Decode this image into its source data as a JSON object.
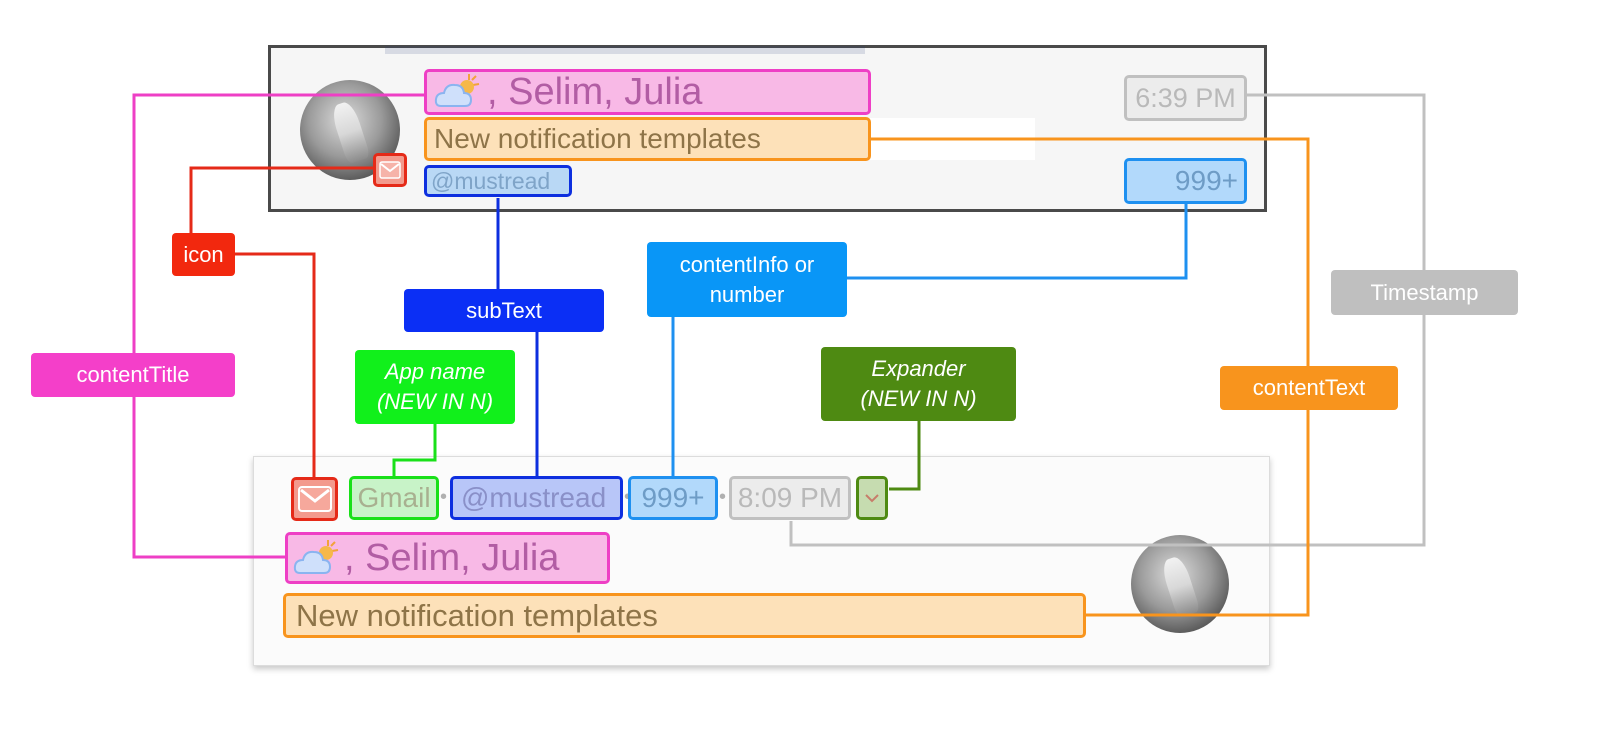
{
  "colors": {
    "contentTitle": "#f43fc9",
    "contentText": "#f8941d",
    "subText": "#0b2ff5",
    "contentInfo": "#0996f7",
    "icon": "#f2280e",
    "appName": "#11f01b",
    "expander": "#4e8a12",
    "timestamp": "#c0c0c0"
  },
  "old_notification": {
    "title": ", Selim, Julia",
    "text": "New notification templates",
    "subtext": "@mustread",
    "time": "6:39 PM",
    "info": "999+",
    "small_icon": "gmail-icon",
    "title_icon": "cloud-sun-icon"
  },
  "new_notification": {
    "app_name": "Gmail",
    "subtext": "@mustread",
    "info": "999+",
    "time": "8:09 PM",
    "title": ", Selim, Julia",
    "text": "New notification templates",
    "separator": "•",
    "small_icon": "gmail-icon",
    "expander_icon": "chevron-down-icon",
    "title_icon": "cloud-sun-icon"
  },
  "labels": {
    "icon": "icon",
    "subText": "subText",
    "contentInfo": "contentInfo or\nnumber",
    "timestamp": "Timestamp",
    "contentTitle": "contentTitle",
    "appName": "App name\n(NEW IN N)",
    "expander": "Expander\n(NEW IN N)",
    "contentText": "contentText"
  }
}
